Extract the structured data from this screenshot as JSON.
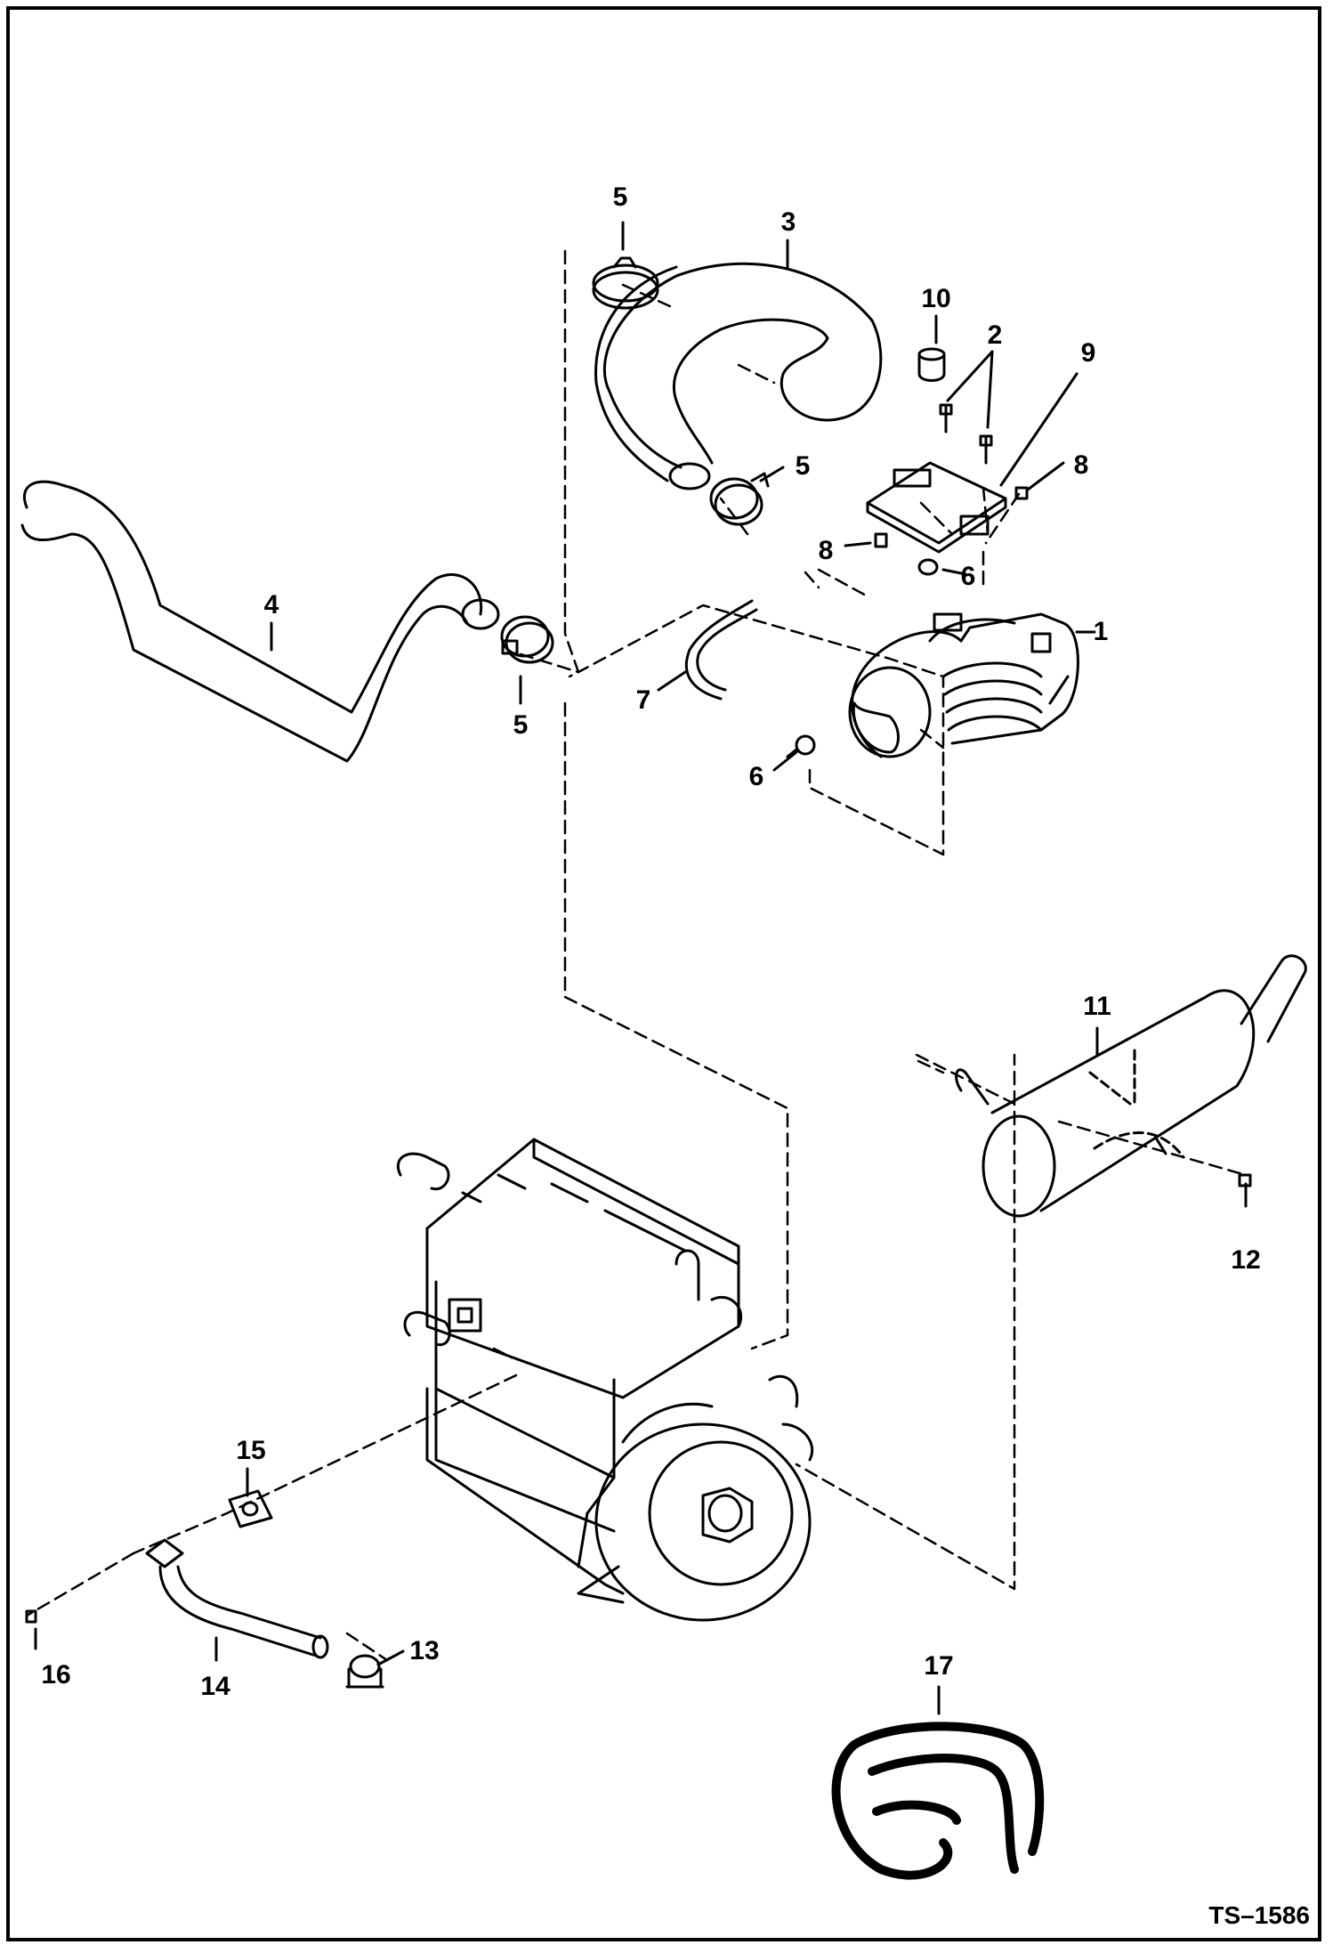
{
  "figure_ref": "TS–1586",
  "callouts": {
    "c1": "1",
    "c2": "2",
    "c3": "3",
    "c4": "4",
    "c5a": "5",
    "c5b": "5",
    "c5c": "5",
    "c6a": "6",
    "c6b": "6",
    "c7": "7",
    "c8a": "8",
    "c8b": "8",
    "c9": "9",
    "c10": "10",
    "c11": "11",
    "c12": "12",
    "c13": "13",
    "c14": "14",
    "c15": "15",
    "c16": "16",
    "c17": "17"
  }
}
